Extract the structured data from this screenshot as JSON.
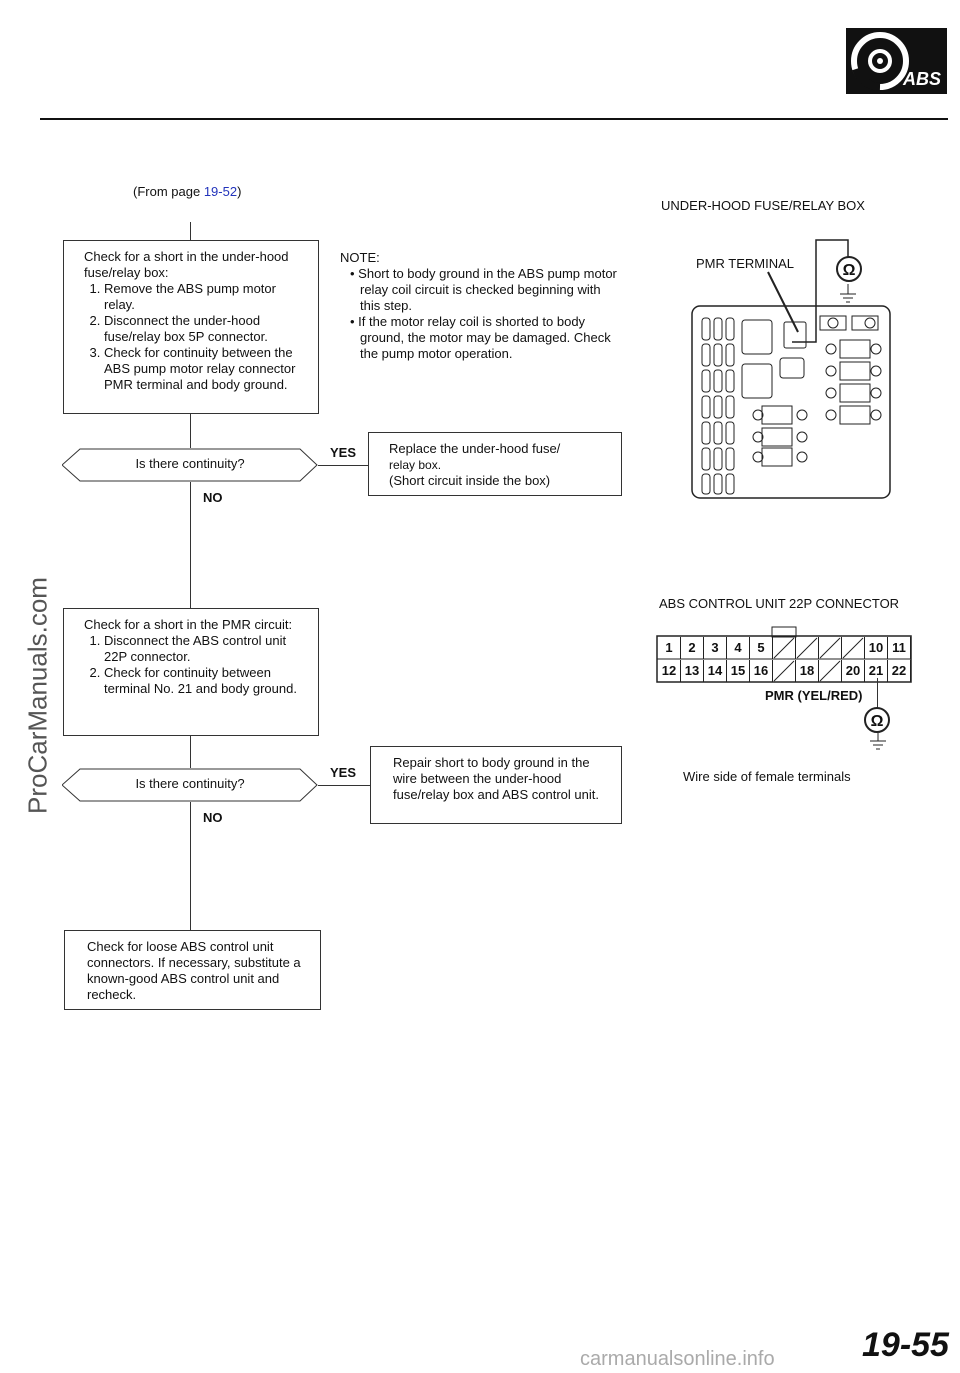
{
  "header": {
    "section_badge": "ABS",
    "page_number": "19-55"
  },
  "watermark": {
    "side": "ProCarManuals.com",
    "bottom": "carmanualsonline.info"
  },
  "flow": {
    "from_page_prefix": "(From page ",
    "from_page_link": "19-52",
    "from_page_suffix": ")",
    "step1": {
      "title": "Check for a short in the under-hood fuse/relay box:",
      "items": [
        "Remove the ABS pump motor relay.",
        "Disconnect the under-hood fuse/relay box 5P connector.",
        "Check for continuity between the ABS pump motor relay connector PMR terminal and body ground."
      ]
    },
    "note": {
      "title": "NOTE:",
      "items": [
        "• Short to body ground in the ABS pump motor relay coil circuit is checked beginning with this step.",
        "• If the motor relay coil is shorted to body ground, the motor may be damaged. Check the pump motor operation."
      ]
    },
    "decision1": "Is there continuity?",
    "yes1": "YES",
    "no1": "NO",
    "result1": {
      "line1": "Replace the under-hood fuse/",
      "line2": "relay box.",
      "line3": "(Short circuit inside the box)"
    },
    "step2": {
      "title": "Check for a short in the PMR circuit:",
      "items": [
        "Disconnect the ABS control unit 22P connector.",
        "Check for continuity between terminal No. 21 and body ground."
      ]
    },
    "decision2": "Is there continuity?",
    "yes2": "YES",
    "no2": "NO",
    "result2": "Repair short to body ground in the wire between the under-hood fuse/relay box and ABS control unit.",
    "step3": "Check for loose ABS control unit connectors. If necessary, substitute a known-good ABS control unit and recheck."
  },
  "diagram1": {
    "title": "UNDER-HOOD FUSE/RELAY BOX",
    "terminal_label": "PMR TERMINAL",
    "meter_symbol": "Ω"
  },
  "diagram2": {
    "title": "ABS CONTROL UNIT 22P CONNECTOR",
    "row1": [
      "1",
      "2",
      "3",
      "4",
      "5",
      "",
      "",
      "",
      "",
      "10",
      "11"
    ],
    "row2": [
      "12",
      "13",
      "14",
      "15",
      "16",
      "",
      "18",
      "",
      "20",
      "21",
      "22"
    ],
    "wire_label": "PMR (YEL/RED)",
    "meter_symbol": "Ω",
    "caption": "Wire side of female terminals"
  }
}
